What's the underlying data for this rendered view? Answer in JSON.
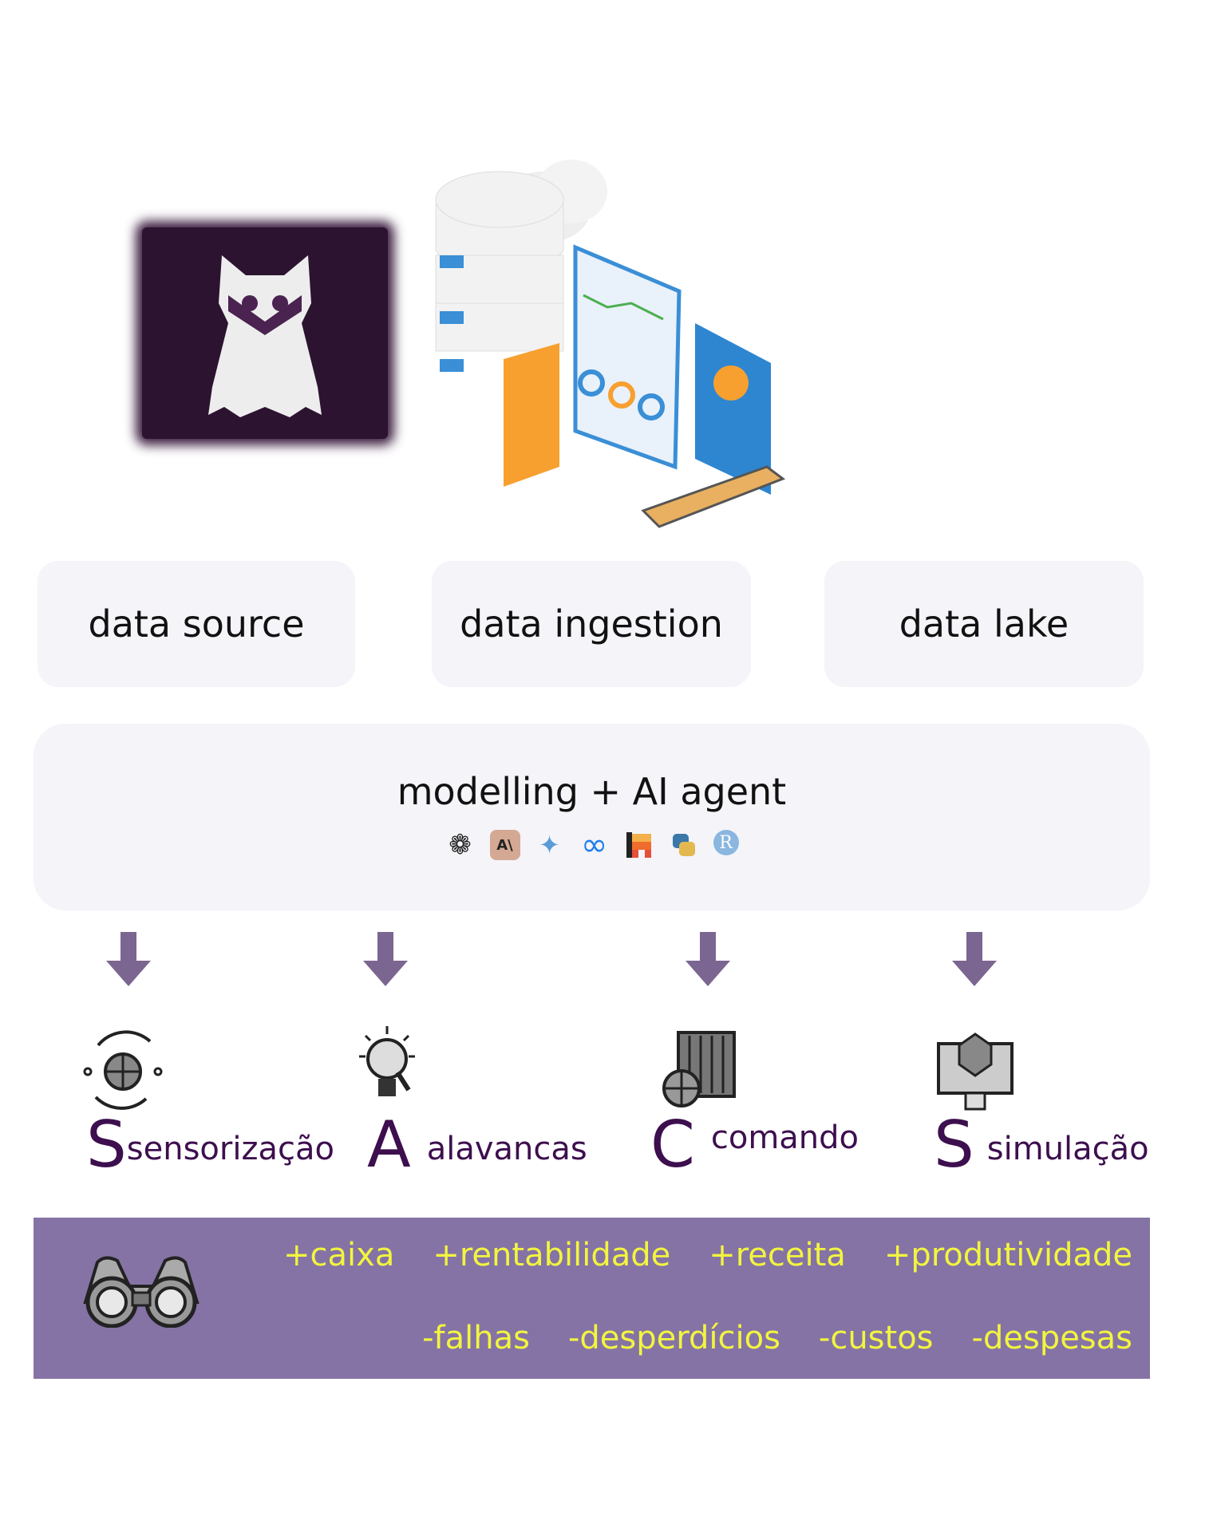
{
  "pipeline": {
    "stages": [
      {
        "label": "data source"
      },
      {
        "label": "data ingestion"
      },
      {
        "label": "data lake"
      }
    ]
  },
  "modelling": {
    "title": "modelling + AI agent",
    "tools": [
      "openai-icon",
      "anthropic-icon",
      "gemini-icon",
      "meta-icon",
      "mistral-icon",
      "python-icon",
      "r-icon"
    ],
    "anthropic_glyph": "A\\",
    "r_glyph": "R"
  },
  "pillars": [
    {
      "letter": "S",
      "word": "sensorização",
      "icon": "sensor-globe-icon"
    },
    {
      "letter": "A",
      "word": "alavancas",
      "icon": "lightbulb-analytics-icon"
    },
    {
      "letter": "C",
      "word": "comando",
      "icon": "control-panel-icon"
    },
    {
      "letter": "S",
      "word": "simulação",
      "icon": "3d-monitor-icon"
    }
  ],
  "outcomes": {
    "icon": "binoculars-icon",
    "increase": [
      "+caixa",
      "+rentabilidade",
      "+receita",
      "+produtividade"
    ],
    "decrease": [
      "-falhas",
      "-desperdícios",
      "-custos",
      "-despesas"
    ]
  },
  "colors": {
    "accent": "#3d0f4e",
    "band": "#8573a5",
    "highlight": "#f2f53f",
    "arrow": "#7a6690"
  }
}
